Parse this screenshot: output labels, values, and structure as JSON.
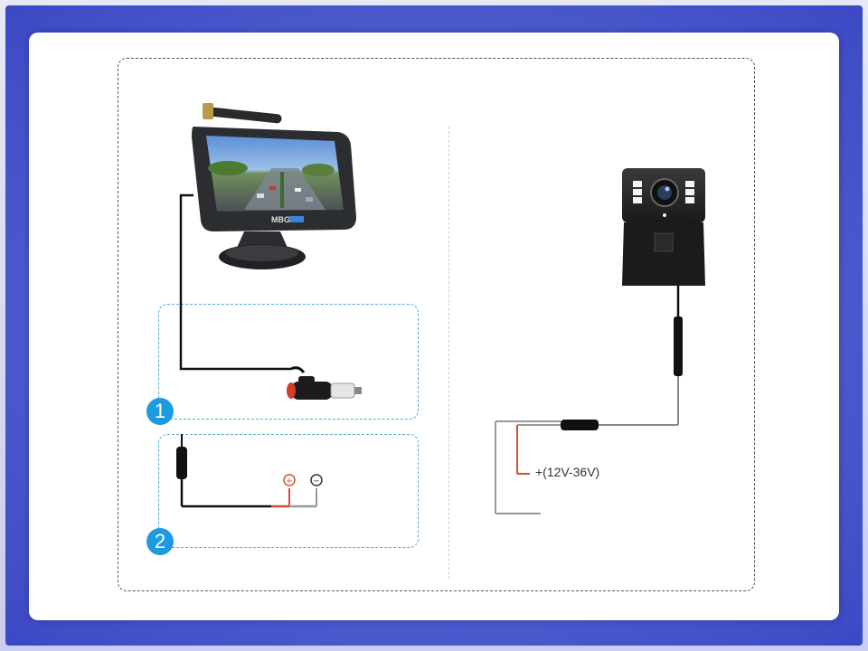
{
  "monitor": {
    "brand": "MBG"
  },
  "steps": [
    {
      "number": "1"
    },
    {
      "number": "2"
    }
  ],
  "camera": {
    "power_label": "+(12V-36V)"
  },
  "terminals": {
    "positive_symbol": "+",
    "negative_symbol": "−"
  }
}
